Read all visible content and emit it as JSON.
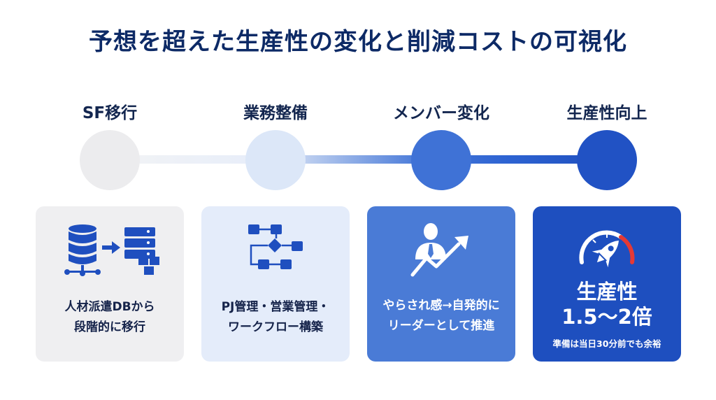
{
  "title": "予想を超えた生産性の変化と削減コストの可視化",
  "steps": [
    {
      "label": "SF移行",
      "icon": "database-migration-icon",
      "description_line1": "人材派遣DBから",
      "description_line2": "段階的に移行"
    },
    {
      "label": "業務整備",
      "icon": "workflow-icon",
      "description_line1": "PJ管理・営業管理・",
      "description_line2": "ワークフロー構築"
    },
    {
      "label": "メンバー変化",
      "icon": "growth-person-icon",
      "description_line1": "やらされ感→自発的に",
      "description_line2": "リーダーとして推進"
    },
    {
      "label": "生産性向上",
      "icon": "rocket-gauge-icon",
      "headline_line1": "生産性",
      "headline_line2": "1.5〜2倍",
      "note": "準備は当日30分前でも余裕"
    }
  ],
  "colors": {
    "title": "#0d2a66",
    "node1": "#ececee",
    "node2": "#dce7f8",
    "node3": "#3f72d6",
    "node4": "#2152c4",
    "card1": "#efeff1",
    "card2": "#e4ecfa",
    "card3": "#4a7bd6",
    "card4": "#1e4fbf",
    "icon_blue": "#1f4fbf",
    "gauge_red": "#e53935"
  }
}
